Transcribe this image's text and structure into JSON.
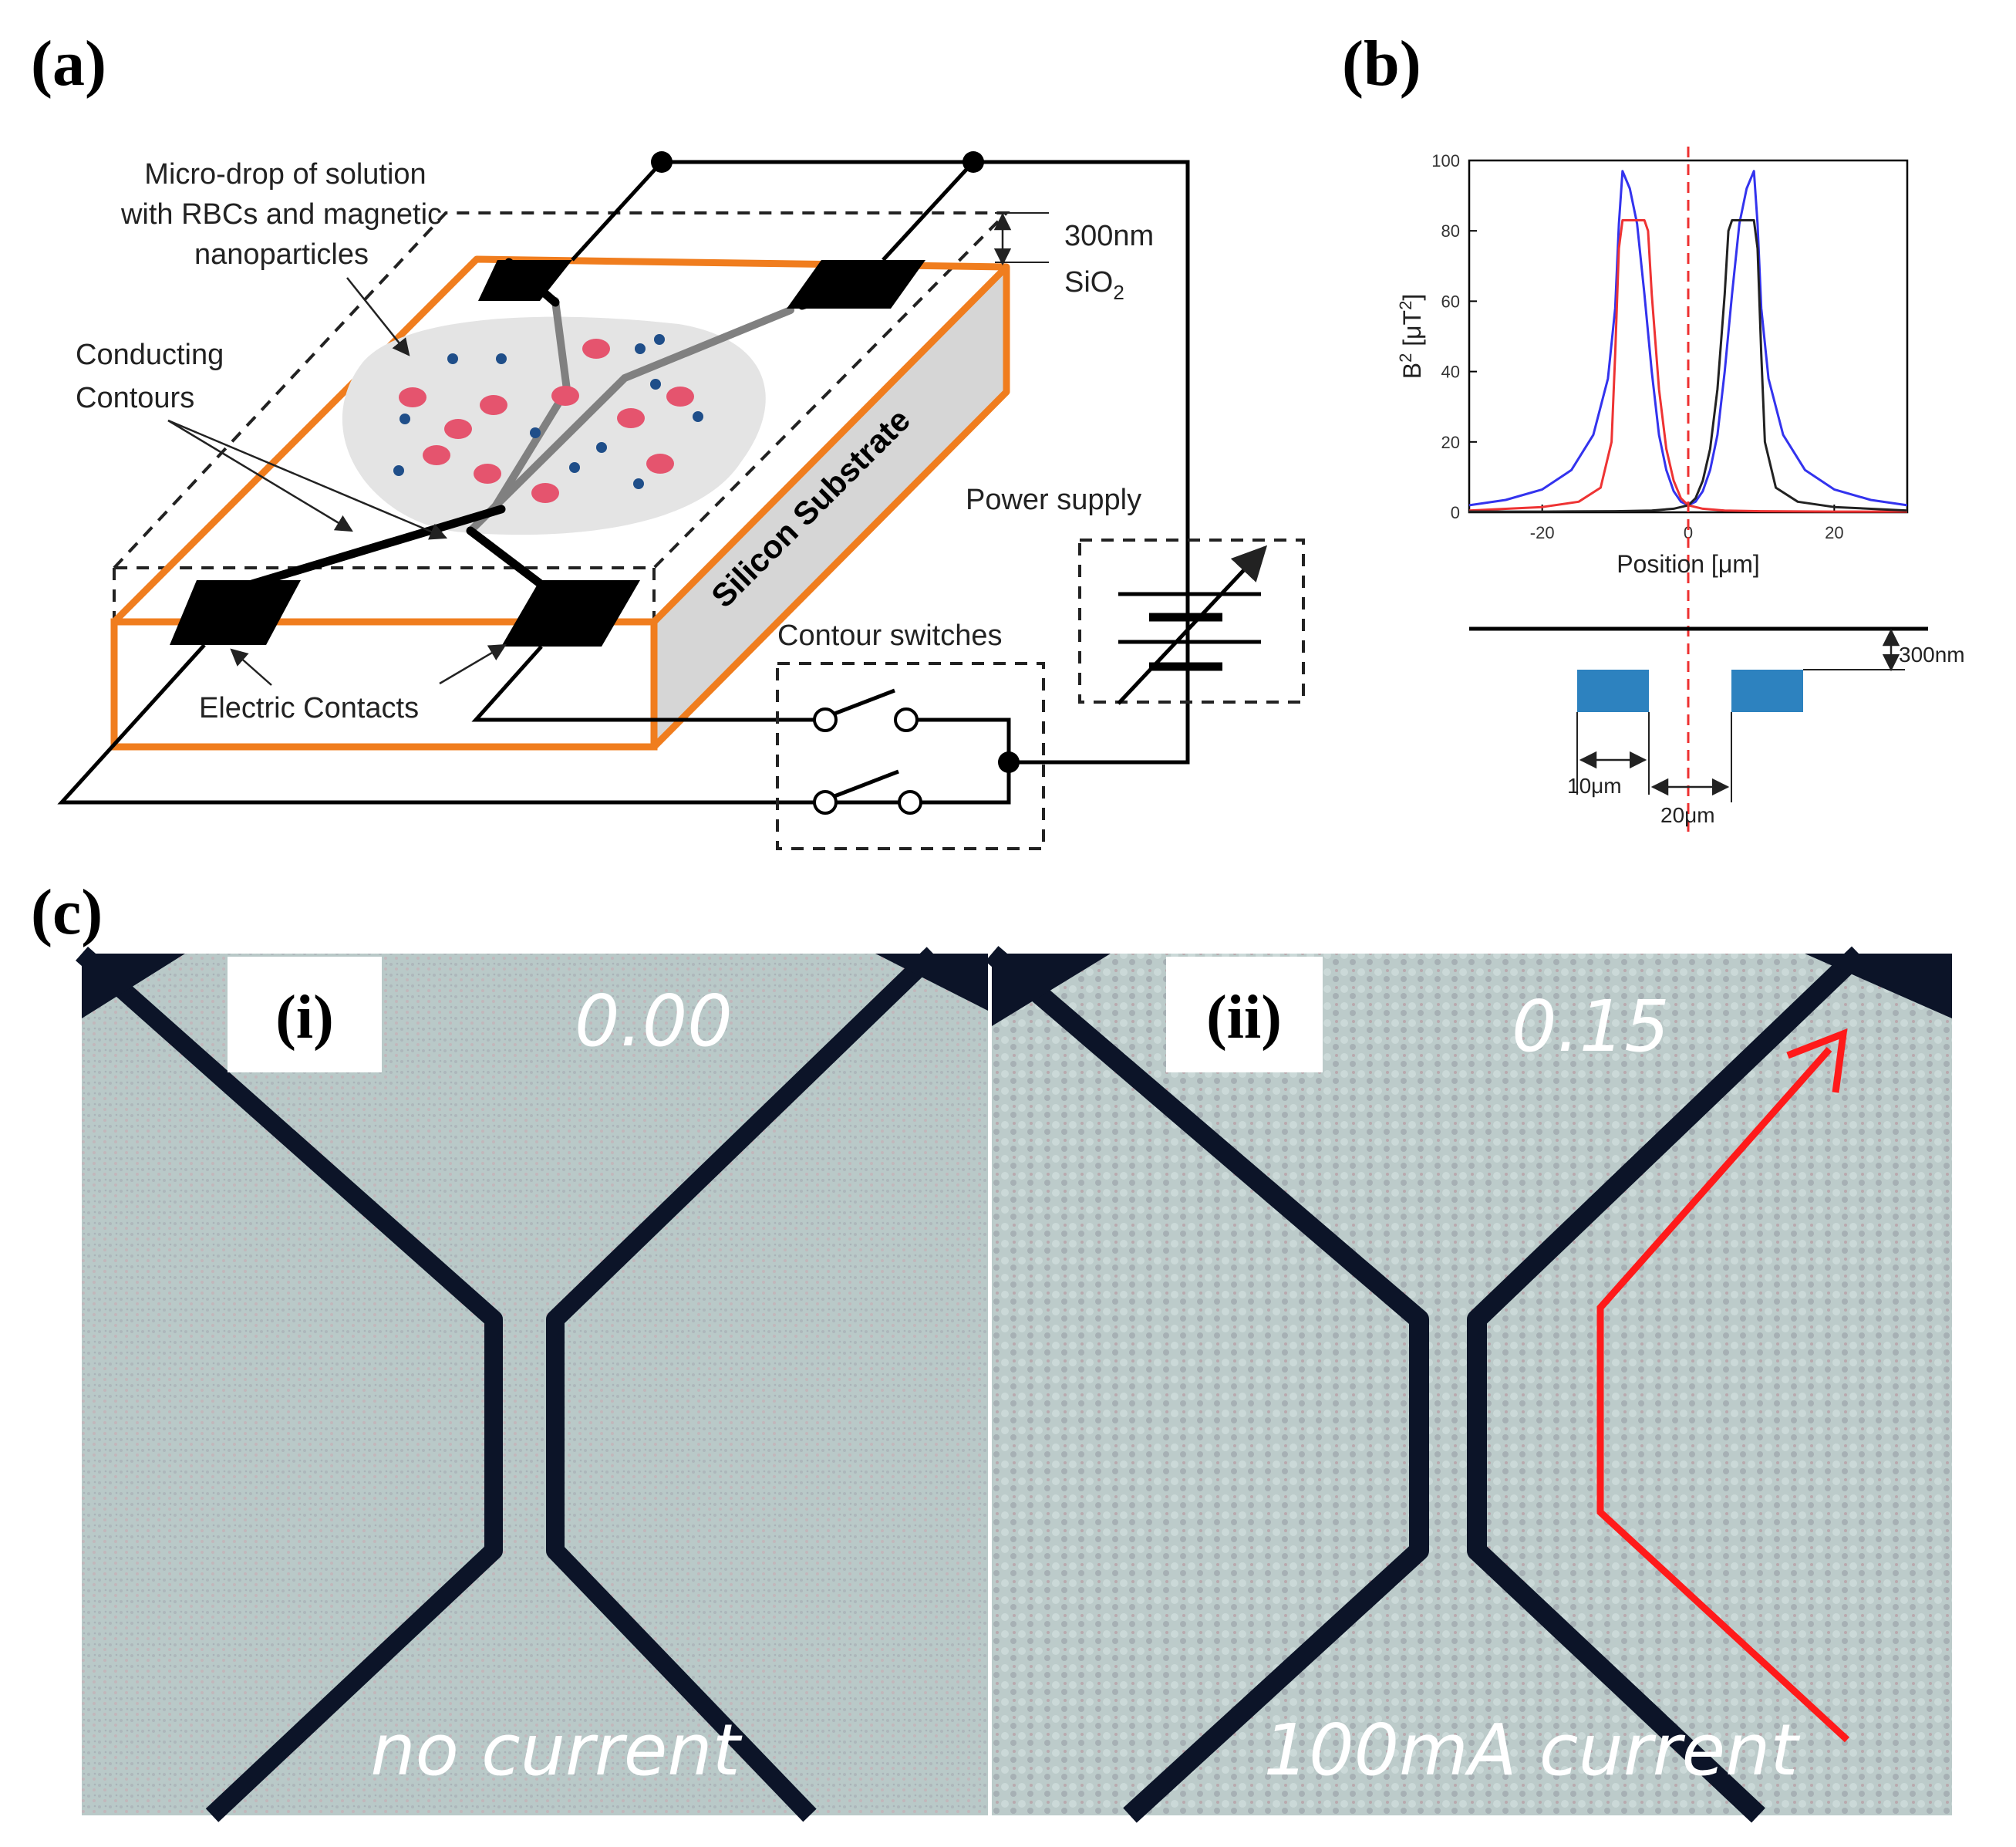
{
  "panels": {
    "a": {
      "label": "(a)",
      "labels": {
        "micro_drop": [
          "Micro-drop of solution",
          "with RBCs and magnetic",
          "nanoparticles"
        ],
        "conducting": [
          "Conducting",
          "Contours"
        ],
        "electric_contacts": "Electric Contacts",
        "thickness": "300nm",
        "oxide": "SiO",
        "oxide_sub": "2",
        "substrate": "Silicon Substrate",
        "power_supply": "Power supply",
        "contour_switches": "Contour switches"
      },
      "colors": {
        "substrate_edge": "#f07d1e",
        "rbc": "#e5546e",
        "nanoparticle": "#1f4e89",
        "drop": "#e4e4e4",
        "contour": "#808080"
      }
    },
    "b": {
      "label": "(b)",
      "xlabel": "Position [",
      "xlabel_unit": "μm",
      "xlabel_end": "]",
      "ylabel_base": "B",
      "ylabel_sup": "2",
      "ylabel_unit": " [μT",
      "ylabel_unit_sup": "2",
      "ylabel_end": "]",
      "dims": {
        "gap": "300nm",
        "width": "10μm",
        "spacing": "20μm"
      },
      "colors": {
        "conductor": "#2d82bf",
        "center_line": "#ee3030"
      }
    },
    "c": {
      "label": "(c)",
      "subpanels": [
        {
          "roman": "(i)",
          "value": "0.00",
          "caption": "no current"
        },
        {
          "roman": "(ii)",
          "value": "0.15",
          "caption": "100mA current"
        }
      ],
      "colors": {
        "arrow": "#ff1a1a",
        "background": "#b7c7c6",
        "line": "#0c1428"
      }
    }
  },
  "chart_data": {
    "type": "line",
    "x_range": [
      -30,
      30
    ],
    "ylim": [
      0,
      100
    ],
    "x_ticks": [
      -20,
      0,
      20
    ],
    "y_ticks": [
      0,
      20,
      40,
      60,
      80,
      100
    ],
    "grid": false,
    "series": [
      {
        "color": "#3333ee",
        "x": [
          -30,
          -25,
          -20,
          -16,
          -13,
          -11,
          -10,
          -9.5,
          -9,
          -8,
          -7,
          -6,
          -5,
          -4,
          -3,
          -2,
          -1,
          0,
          1,
          2,
          3,
          4,
          5,
          6,
          7,
          8,
          9,
          9.5,
          10,
          11,
          13,
          16,
          20,
          25,
          30
        ],
        "y": [
          2,
          3.5,
          6.5,
          12,
          22,
          38,
          58,
          82,
          97,
          92,
          82,
          62,
          40,
          22,
          12,
          6,
          3,
          2,
          3,
          6,
          12,
          22,
          40,
          62,
          82,
          92,
          97,
          82,
          58,
          38,
          22,
          12,
          6.5,
          3.5,
          2
        ]
      },
      {
        "color": "#ee3333",
        "x": [
          -30,
          -20,
          -15,
          -12,
          -10.5,
          -10,
          -9.5,
          -9,
          -8,
          -7,
          -6,
          -5.5,
          -5,
          -4,
          -3,
          -2,
          -1,
          0,
          2,
          5,
          10,
          20,
          30
        ],
        "y": [
          0.5,
          1.5,
          3,
          7,
          20,
          45,
          75,
          83,
          83,
          83,
          83,
          80,
          62,
          35,
          18,
          9,
          4,
          2,
          1,
          0.5,
          0.3,
          0.2,
          0.2
        ]
      },
      {
        "color": "#222222",
        "x": [
          -30,
          -20,
          -10,
          -5,
          -2,
          0,
          1,
          2,
          3,
          4,
          5,
          5.5,
          6,
          7,
          8,
          9,
          9.5,
          10,
          10.5,
          12,
          15,
          20,
          30
        ],
        "y": [
          0.2,
          0.2,
          0.3,
          0.5,
          1,
          2,
          4,
          9,
          18,
          35,
          62,
          80,
          83,
          83,
          83,
          83,
          75,
          45,
          20,
          7,
          3,
          1.5,
          0.5
        ]
      }
    ]
  }
}
